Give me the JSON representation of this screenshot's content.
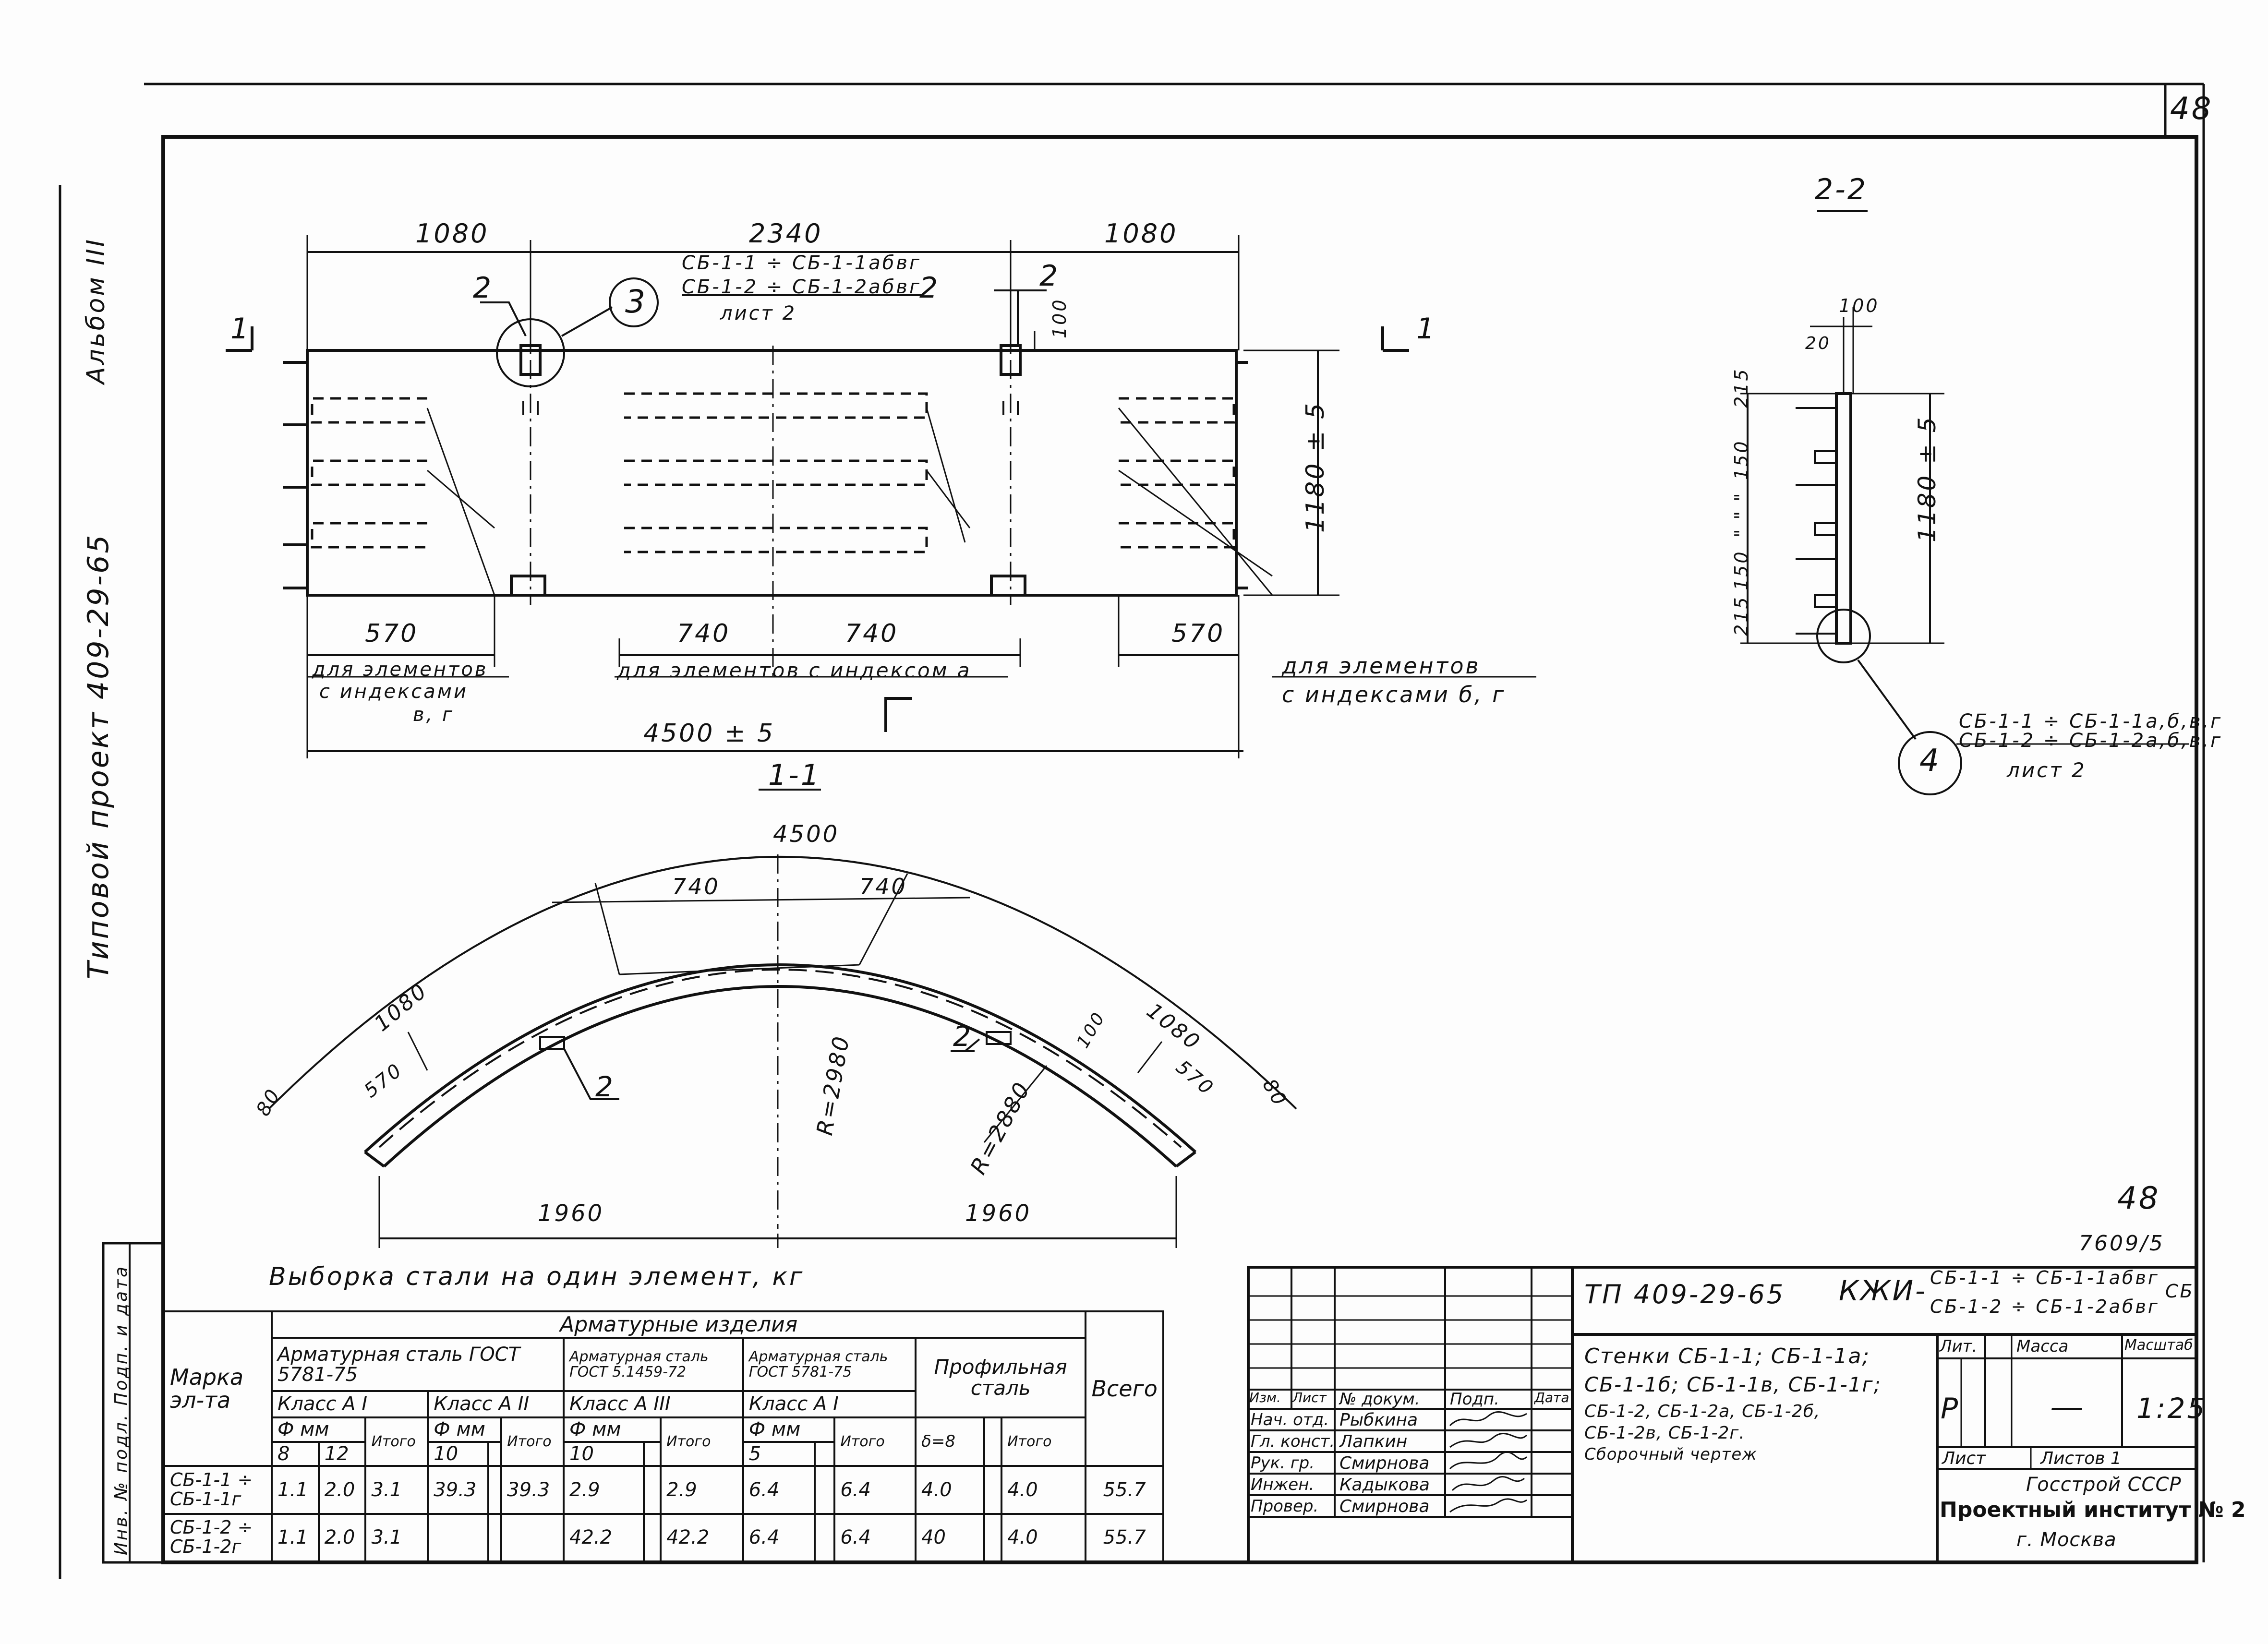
{
  "sheet": {
    "number_top": "48",
    "number_bottom": "48",
    "archive_code": "7609/5",
    "side_album": "Альбом III",
    "side_project": "Типовой проект 409-29-65",
    "side_stamp": "Инв. № подл. Подп. и дата"
  },
  "drawing": {
    "section_1_1": "1-1",
    "section_2_2": "2-2",
    "dim_1080_left": "1080",
    "dim_2340": "2340",
    "dim_1080_right": "1080",
    "dim_100_top": "100",
    "dim_1180": "1180 ± 5",
    "dim_570_left": "570",
    "dim_740_a": "740",
    "dim_740_b": "740",
    "dim_570_right": "570",
    "dim_4500": "4500 ± 5",
    "cut_1": "1",
    "cut_2": "2",
    "callout_3": "3",
    "callout_3_line1": "СБ-1-1 ÷ СБ-1-1абвг",
    "callout_3_line2": "СБ-1-2 ÷ СБ-1-2абвг",
    "callout_3_line3": "лист 2",
    "note_left_1": "для элементов",
    "note_left_2": "с индексами",
    "note_left_3": "в, г",
    "note_middle": "для элементов с индексом а",
    "note_right_1": "для элементов",
    "note_right_2": "с индексами б, г",
    "sec2_100": "100",
    "sec2_20": "20",
    "sec2_215_top": "215",
    "sec2_150": "150",
    "sec2_ditto": "\" \" \"",
    "sec2_150_b": "150",
    "sec2_215_bottom": "215",
    "sec2_1180": "1180 ± 5",
    "callout_4": "4",
    "callout_4_line1": "СБ-1-1 ÷ СБ-1-1а,б,в,г",
    "callout_4_line2": "СБ-1-2 ÷ СБ-1-2а,б,в,г",
    "callout_4_line3": "лист 2",
    "arc_4500": "4500",
    "arc_740_a": "740",
    "arc_740_b": "740",
    "arc_1080_left": "1080",
    "arc_1080_right": "1080",
    "arc_570_left": "570",
    "arc_570_right": "570",
    "arc_80_left": "80",
    "arc_80_right": "80",
    "arc_100": "100",
    "arc_r2980": "R=2980",
    "arc_r2880": "R=2880",
    "arc_1960_left": "1960",
    "arc_1960_right": "1960",
    "arc_cut_2": "2",
    "arc_cut_2b": "2"
  },
  "steel_table": {
    "title": "Выборка стали на один элемент, кг",
    "head_group": "Арматурные изделия",
    "col_mark": "Марка эл-та",
    "h_a1": "Арматурная сталь ГОСТ 5781-75",
    "h_a2": "Арматурная сталь ГОСТ 5.1459-72",
    "h_a3": "Арматурная сталь ГОСТ 5781-75",
    "h_profile": "Профильная сталь",
    "h_total": "Всего",
    "cl_a1": "Класс А I",
    "cl_a2": "Класс А II",
    "cl_a3": "Класс А III",
    "cl_a4": "Класс А I",
    "phi1": "Ф мм",
    "phi2": "Ф мм",
    "phi3": "Ф мм",
    "phi4": "Ф мм",
    "d8": "8",
    "d12": "12",
    "d10a": "10",
    "d10b": "10",
    "d5": "5",
    "delta8": "δ=8",
    "itogo1": "Итого",
    "itogo2": "Итого",
    "itogo3": "Итого",
    "itogo4": "Итого",
    "itogo5": "Итого",
    "rows": [
      {
        "mark1": "СБ-1-1 ÷",
        "mark2": "СБ-1-1г",
        "v": [
          "1.1",
          "2.0",
          "3.1",
          "39.3",
          "",
          "39.3",
          "2.9",
          "",
          "2.9",
          "6.4",
          "",
          "6.4",
          "4.0",
          "",
          "4.0",
          "55.7"
        ]
      },
      {
        "mark1": "СБ-1-2 ÷",
        "mark2": "СБ-1-2г",
        "v": [
          "1.1",
          "2.0",
          "3.1",
          "",
          "",
          "",
          "42.2",
          "",
          "42.2",
          "6.4",
          "",
          "6.4",
          "40",
          "",
          "4.0",
          "55.7"
        ]
      }
    ]
  },
  "title_block": {
    "designation": "ТП 409-29-65",
    "kzhi": "КЖИ-",
    "marks_1": "СБ-1-1 ÷ СБ-1-1абвг",
    "marks_2": "СБ-1-2 ÷ СБ-1-2абвг",
    "marks_suffix": "СБ",
    "h_izm": "Изм.",
    "h_list": "Лист",
    "h_doc": "№ докум.",
    "h_podp": "Подп.",
    "h_data": "Дата",
    "roles": [
      "Нач. отд.",
      "Гл. конст.",
      "Рук. гр.",
      "Инжен.",
      "Провер."
    ],
    "names": [
      "Рыбкина",
      "Лапкин",
      "Смирнова",
      "Кадыкова",
      "Смирнова"
    ],
    "name_line1": "Стенки СБ-1-1; СБ-1-1а;",
    "name_line2": "СБ-1-1б; СБ-1-1в, СБ-1-1г;",
    "name_line3": "СБ-1-2, СБ-1-2а, СБ-1-2б,",
    "name_line4": "СБ-1-2в, СБ-1-2г.",
    "name_line5": "Сборочный чертеж",
    "h_lit": "Лит.",
    "h_massa": "Масса",
    "h_masshtab": "Масштаб",
    "lit": "Р",
    "massa": "—",
    "masshtab": "1:25",
    "sheet_label": "Лист",
    "sheets_label": "Листов 1",
    "org1": "Госстрой СССР",
    "org2": "Проектный институт № 2",
    "org3": "г. Москва"
  }
}
